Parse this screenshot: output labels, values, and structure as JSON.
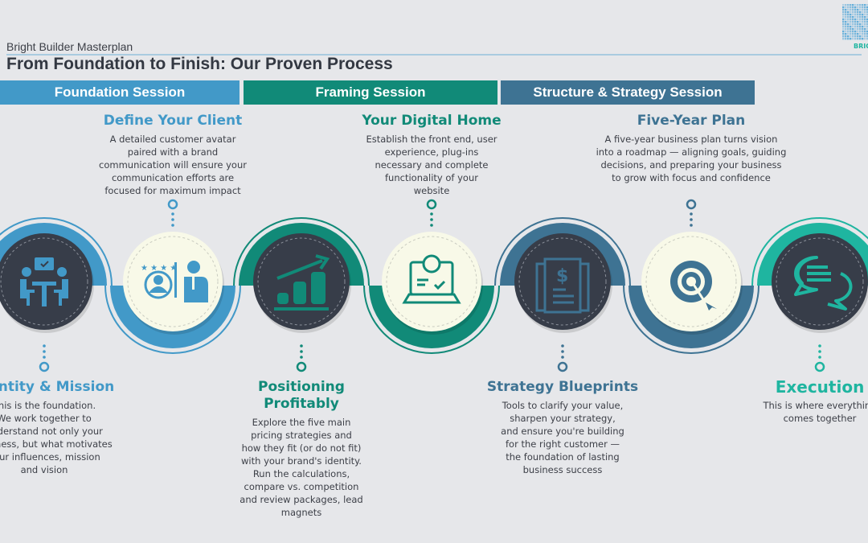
{
  "header": {
    "subtitle": "Bright Builder Masterplan",
    "title": "From Foundation to Finish: Our Proven Process",
    "logo_text": "BRIGHT BUILDER"
  },
  "colors": {
    "background": "#e6e7ea",
    "foundation": "#4299c8",
    "framing": "#118a78",
    "structure": "#3e7393",
    "execution": "#1fb5a0",
    "dark_circle": "#373d49",
    "cream_circle": "#f8f9e8"
  },
  "sessions": [
    {
      "label": "Foundation Session",
      "color": "#4299c8"
    },
    {
      "label": "Framing Session",
      "color": "#118a78"
    },
    {
      "label": "Structure & Strategy Session",
      "color": "#3e7393"
    }
  ],
  "steps": [
    {
      "title": "Identity & Mission",
      "icon": "meeting-icon",
      "style": "dark",
      "color": "#4299c8",
      "position": "bottom",
      "lines": [
        "This is the foundation.",
        "We work together to",
        "understand not only your",
        "business, but what motivates",
        "your influences, mission",
        "and vision"
      ]
    },
    {
      "title": "Define Your Client",
      "icon": "customer-avatar-icon",
      "style": "cream",
      "color": "#4299c8",
      "position": "top",
      "lines": [
        "A detailed customer avatar",
        "paired with a brand",
        "communication will ensure your",
        "communication efforts are",
        "focused for maximum impact"
      ]
    },
    {
      "title": "Positioning Profitably",
      "icon": "growth-chart-icon",
      "style": "dark",
      "color": "#118a78",
      "position": "bottom",
      "lines": [
        "Explore the five main",
        "pricing strategies and",
        "how they fit (or do not fit)",
        "with your brand's identity.",
        "Run the calculations,",
        "compare vs. competition",
        "and review packages, lead",
        "magnets"
      ]
    },
    {
      "title": "Your Digital Home",
      "icon": "laptop-icon",
      "style": "cream",
      "color": "#118a78",
      "position": "top",
      "lines": [
        "Establish the front end, user",
        "experience, plug-ins",
        "necessary and complete",
        "functionality of your",
        "website"
      ]
    },
    {
      "title": "Strategy Blueprints",
      "icon": "document-dollar-icon",
      "style": "dark",
      "color": "#3e7393",
      "position": "bottom",
      "lines": [
        "Tools to clarify your value,",
        "sharpen your strategy,",
        "and ensure you're building",
        "for the right customer —",
        "the foundation of lasting",
        "business success"
      ]
    },
    {
      "title": "Five-Year Plan",
      "icon": "target-icon",
      "style": "cream",
      "color": "#3e7393",
      "position": "top",
      "lines": [
        "A five-year business plan turns vision",
        "into a roadmap — aligning goals, guiding",
        "decisions, and preparing your business",
        "to grow with focus and confidence"
      ]
    },
    {
      "title": "Execution",
      "icon": "chat-bubbles-icon",
      "style": "dark",
      "color": "#1fb5a0",
      "position": "bottom",
      "lines": [
        "This is where everything",
        "comes together"
      ]
    }
  ]
}
